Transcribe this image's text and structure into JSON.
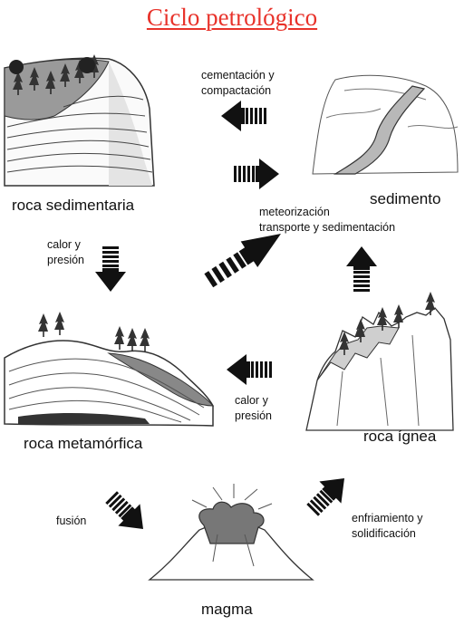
{
  "title": "Ciclo petrológico",
  "stages": {
    "sedimentary": "roca sedimentaria",
    "sediment": "sedimento",
    "metamorphic": "roca metamórfica",
    "igneous": "roca ígnea",
    "magma": "magma"
  },
  "processes": {
    "cementation": [
      "cementación y",
      "compactación"
    ],
    "weathering": [
      "meteorización",
      "transporte y sedimentación"
    ],
    "heat_pressure_left": [
      "calor y",
      "presión"
    ],
    "heat_pressure_right": [
      "calor y",
      "presión"
    ],
    "melting": "fusión",
    "cooling": [
      "enfriamiento y",
      "solidificación"
    ]
  }
}
